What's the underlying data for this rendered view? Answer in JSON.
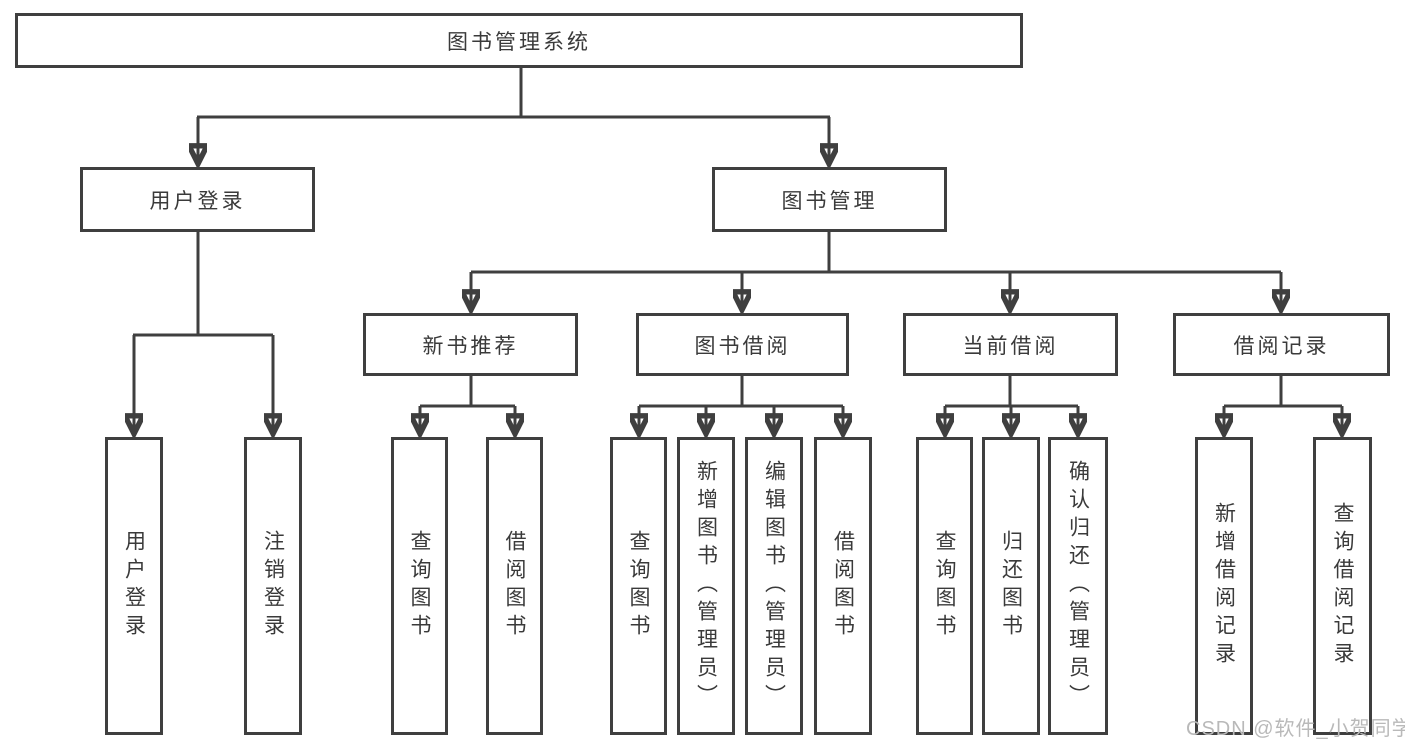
{
  "diagram": {
    "type": "hierarchy-tree",
    "root": {
      "label": "图书管理系统"
    },
    "branches": {
      "user_login": {
        "label": "用户登录",
        "children": [
          {
            "label": "用户登录"
          },
          {
            "label": "注销登录"
          }
        ]
      },
      "book_management": {
        "label": "图书管理",
        "children": [
          {
            "label": "新书推荐",
            "children": [
              {
                "label": "查询图书"
              },
              {
                "label": "借阅图书"
              }
            ]
          },
          {
            "label": "图书借阅",
            "children": [
              {
                "label": "查询图书"
              },
              {
                "label": "新增图书（管理员）"
              },
              {
                "label": "编辑图书（管理员）"
              },
              {
                "label": "借阅图书"
              }
            ]
          },
          {
            "label": "当前借阅",
            "children": [
              {
                "label": "查询图书"
              },
              {
                "label": "归还图书"
              },
              {
                "label": "确认归还（管理员）"
              }
            ]
          },
          {
            "label": "借阅记录",
            "children": [
              {
                "label": "新增借阅记录"
              },
              {
                "label": "查询借阅记录"
              }
            ]
          }
        ]
      }
    },
    "colors": {
      "line": "#3f3f3f",
      "text": "#3a3a3a",
      "background": "#ffffff",
      "watermark": "#b9b9b9"
    }
  },
  "watermark": {
    "text": "CSDN @软件_小贺同学"
  }
}
